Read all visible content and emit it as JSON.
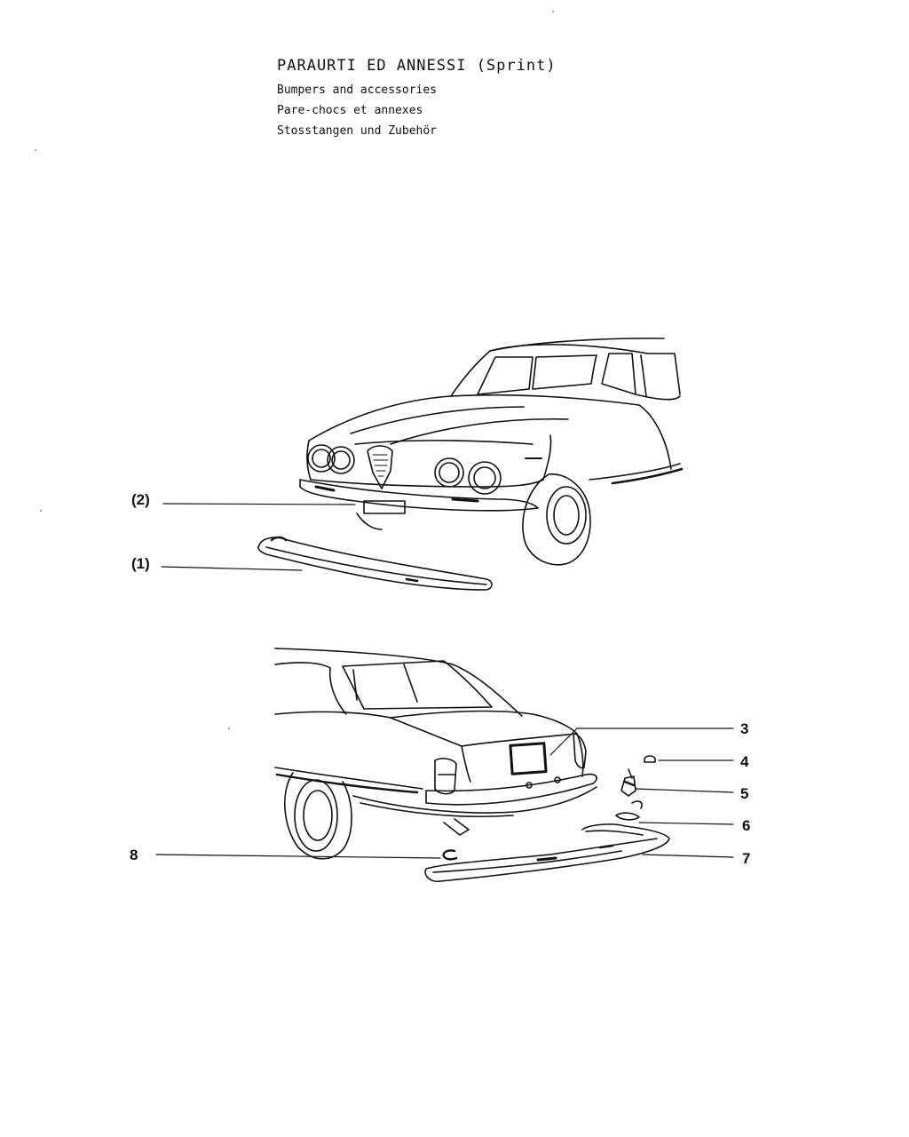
{
  "header": {
    "title": "PARAURTI ED ANNESSI (Sprint)",
    "subtitles": [
      "Bumpers and accessories",
      "Pare-chocs et annexes",
      "Stosstangen und Zubehör"
    ]
  },
  "callouts": {
    "front_bumper_overrider": "(2)",
    "front_bumper": "(1)",
    "rear_trunk_item": "3",
    "cap": "4",
    "bolt": "5",
    "washer": "6",
    "rear_bumper": "7",
    "clip": "8"
  }
}
